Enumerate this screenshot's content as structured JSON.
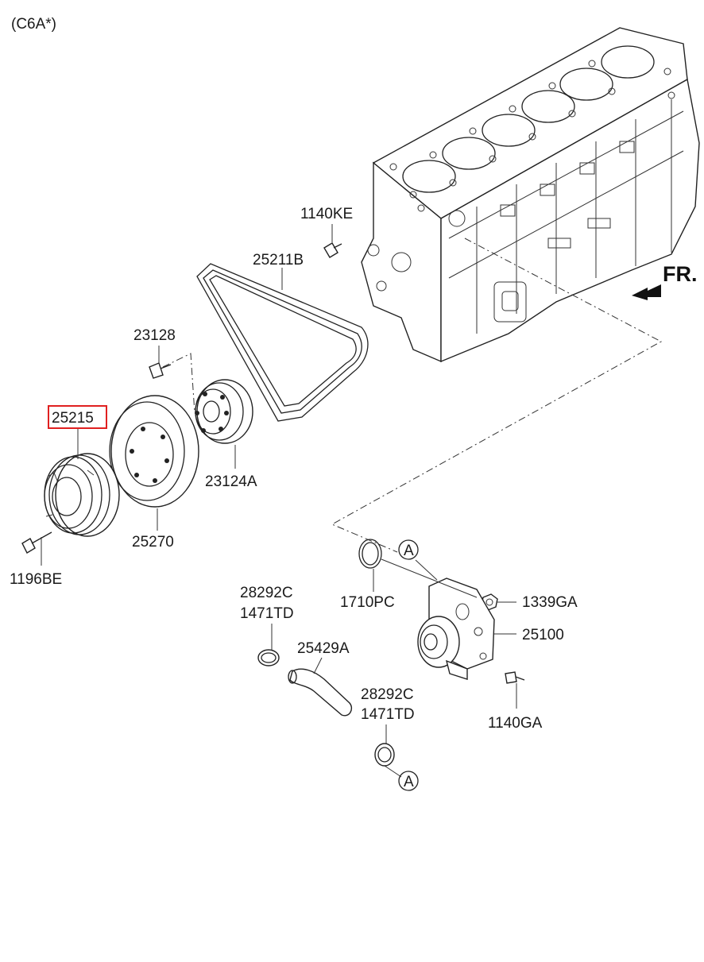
{
  "header": {
    "variant": "(C6A*)"
  },
  "direction": {
    "front_label": "FR."
  },
  "highlight_color": "#e02020",
  "parts": {
    "p1140KE": "1140KE",
    "p25211B": "25211B",
    "p23128": "23128",
    "p25215": "25215",
    "p23124A": "23124A",
    "p25270": "25270",
    "p1196BE": "1196BE",
    "p1710PC": "1710PC",
    "p1339GA": "1339GA",
    "p25100": "25100",
    "p25429A": "25429A",
    "p28292C_top": "28292C",
    "p1471TD_top": "1471TD",
    "p28292C_bot": "28292C",
    "p1471TD_bot": "1471TD",
    "p1140GA": "1140GA"
  },
  "refs": {
    "a1": "A",
    "a2": "A"
  }
}
